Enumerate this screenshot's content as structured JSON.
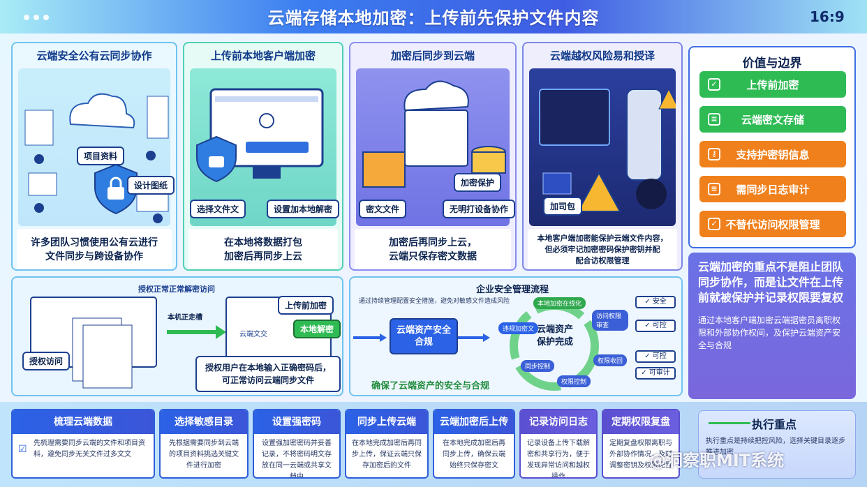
{
  "header": {
    "title": "云端存储本地加密：上传前先保护文件内容",
    "ratio": "16:9"
  },
  "panels": [
    {
      "title": "云端安全公有云同步协作",
      "caption_line1": "许多团队习惯使用公有云进行",
      "caption_line2": "文件同步与跨设备协作",
      "labels": [
        "项目资料",
        "设计图纸"
      ]
    },
    {
      "title": "上传前本地客户端加密",
      "caption_line1": "在本地将数据打包",
      "caption_line2": "加密后再同步上云",
      "labels": [
        "选择文件文",
        "设置加本地解密"
      ]
    },
    {
      "title": "加密后同步到云端",
      "caption_line1": "加密后再同步上云，",
      "caption_line2": "云端只保存密文数据",
      "labels": [
        "密文文件",
        "无明打设备协作",
        "加密保护"
      ]
    },
    {
      "title": "云端越权风险易和授译",
      "caption_line1": "本地客户端加密能保护云端文件内容，",
      "caption_line2": "但必须牢记加密密码保护密钥并配",
      "caption_line3": "配合访权限管理",
      "labels": [
        "加司包"
      ]
    }
  ],
  "values": {
    "title": "价值与边界",
    "items": [
      "上传前加密",
      "云端密文存储",
      "支持护密钥信息",
      "需同步日志审计",
      "不替代访问权限管理"
    ],
    "statement": "云端加密的重点不是阻止团队同步协作，而是让文件在上传前就被保护并记录权限要复权",
    "note": "通过本地客户端加密云端据密员离职权限和外部协作权间，及保护云端资产安全与合规"
  },
  "mid_left": {
    "heading": "授权正常正常解密访问",
    "arrow_label": "本机正走槽",
    "labels": [
      "授权访问",
      "上传前加密",
      "本地解密",
      "云端文交"
    ],
    "caption_line1": "授权用户在本地输入正确密码后，",
    "caption_line2": "可正常访问云端同步文件"
  },
  "mid_center": {
    "heading": "企业安全管理流程",
    "subheading": "通过持续管理配置安全措施，避免对敏感文件造成风险",
    "left_box": "云端资产安全合规",
    "center": "云端资产保护完成",
    "cycle": [
      "本地加密在线化",
      "访问权限审查",
      "权限收回",
      "权限控制",
      "同步控制",
      "违规加密文"
    ],
    "checks": [
      "安全",
      "可控",
      "可控",
      "可审计"
    ],
    "footer": "确保了云端资产的安全与合规"
  },
  "bottom": [
    {
      "title": "梳理云端数据",
      "text": "先梳理需要同步云端的文件和项目资料，避免同步无关文件过多文文"
    },
    {
      "title": "选择敏感目录",
      "text": "先根据需要同步到云端的项目资料挑选关键文件进行加密"
    },
    {
      "title": "设置强密码",
      "text": "设置强加密密码并妥善记录，不将密码明文存放在同一云端或共享文档中"
    },
    {
      "title": "同步上传云端",
      "text": "在本地完成加密后再同步上传，保证云端只保存加密后的文件"
    },
    {
      "title": "云端加密后上传",
      "text": "在本地完成加密后再同步上传，确保云端始终只保存密文"
    },
    {
      "title": "记录访问日志",
      "text": "记录设备上传下载解密和共享行为，便于发现异常访问和越权操作"
    },
    {
      "title": "定期权限复盘",
      "text": "定期复盘权限离职与外部协作情况，及时调整密钥及权限配置"
    }
  ],
  "exec": {
    "title": "执行重点",
    "text": "执行重点是持续把控风险，选择关键目录逐步推进加密",
    "watermark": "@洞察职MIT系统"
  },
  "colors": {
    "accent": "#2b62e6",
    "green": "#2fbb54",
    "orange": "#f0801c",
    "purple": "#5a4fd0"
  }
}
